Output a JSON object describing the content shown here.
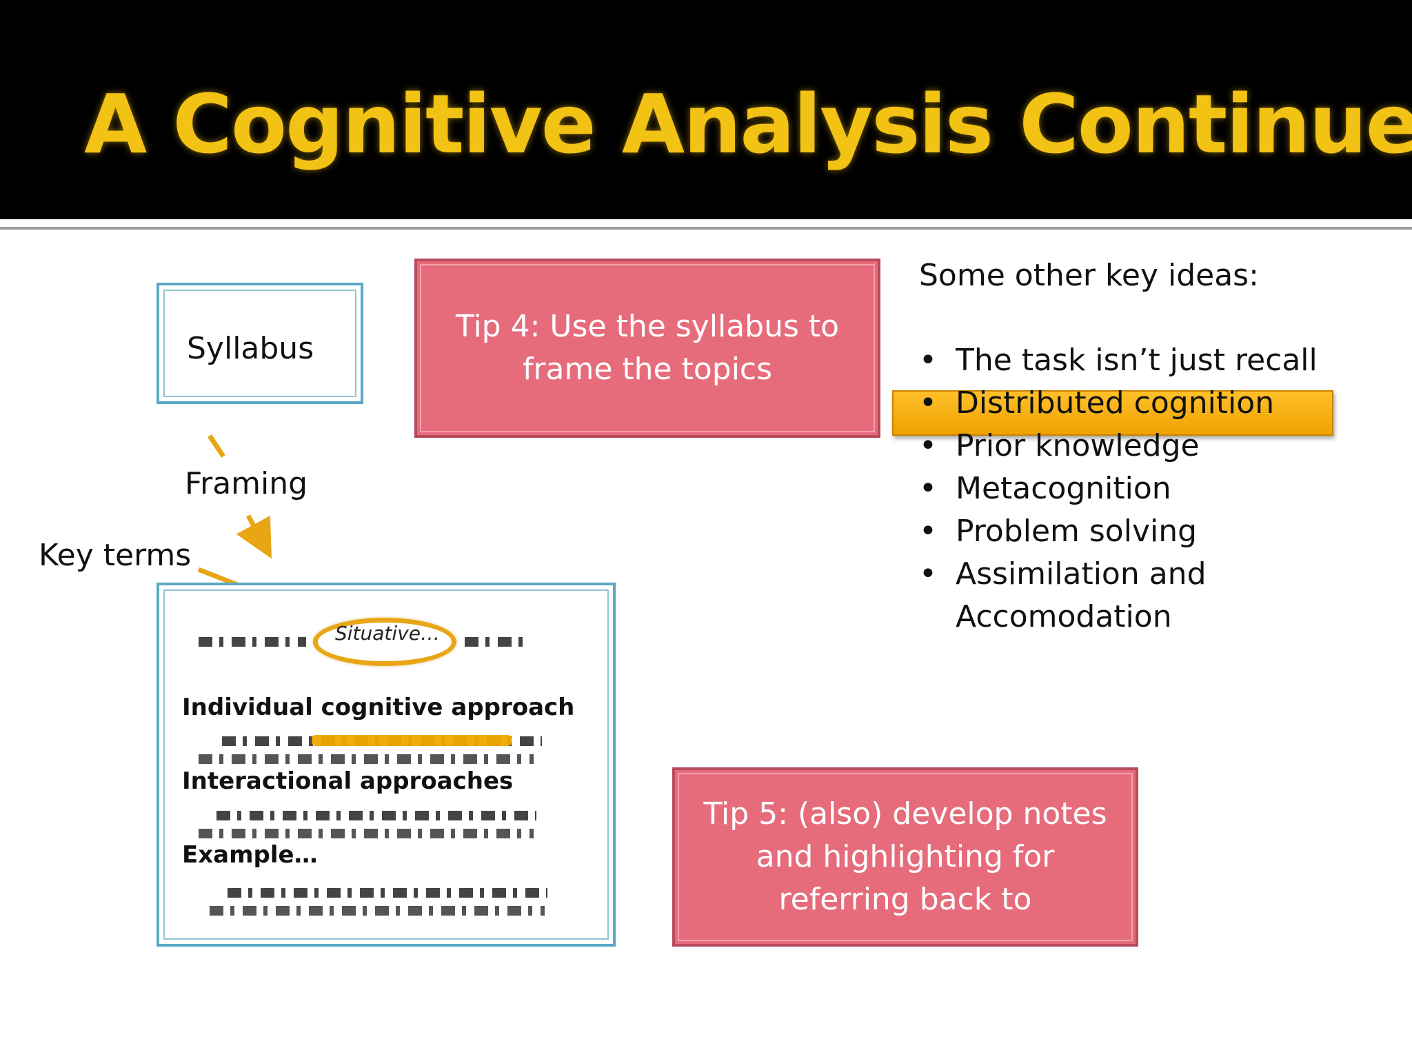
{
  "slide": {
    "title": "A Cognitive Analysis Continued",
    "colors": {
      "title": "#f2c214",
      "tip_fill": "#e66c7c",
      "box_border": "#5aa9c4",
      "highlight": "#f0a800"
    }
  },
  "diagram": {
    "syllabus_label": "Syllabus",
    "framing_label": "Framing",
    "key_terms_label": "Key terms",
    "situative_label": "Situative…",
    "heading_individual": "Individual cognitive approach",
    "heading_interactional": "Interactional approaches",
    "heading_example": "Example…"
  },
  "tips": {
    "tip4": "Tip 4: Use the syllabus to frame the topics",
    "tip5": "Tip 5: (also) develop notes and highlighting for referring back to"
  },
  "ideas": {
    "title": "Some other key ideas:",
    "items": [
      "The task isn’t just recall",
      "Distributed cognition",
      "Prior knowledge",
      "Metacognition",
      "Problem solving",
      "Assimilation and",
      "Accomodation"
    ],
    "highlighted_index": 1
  }
}
